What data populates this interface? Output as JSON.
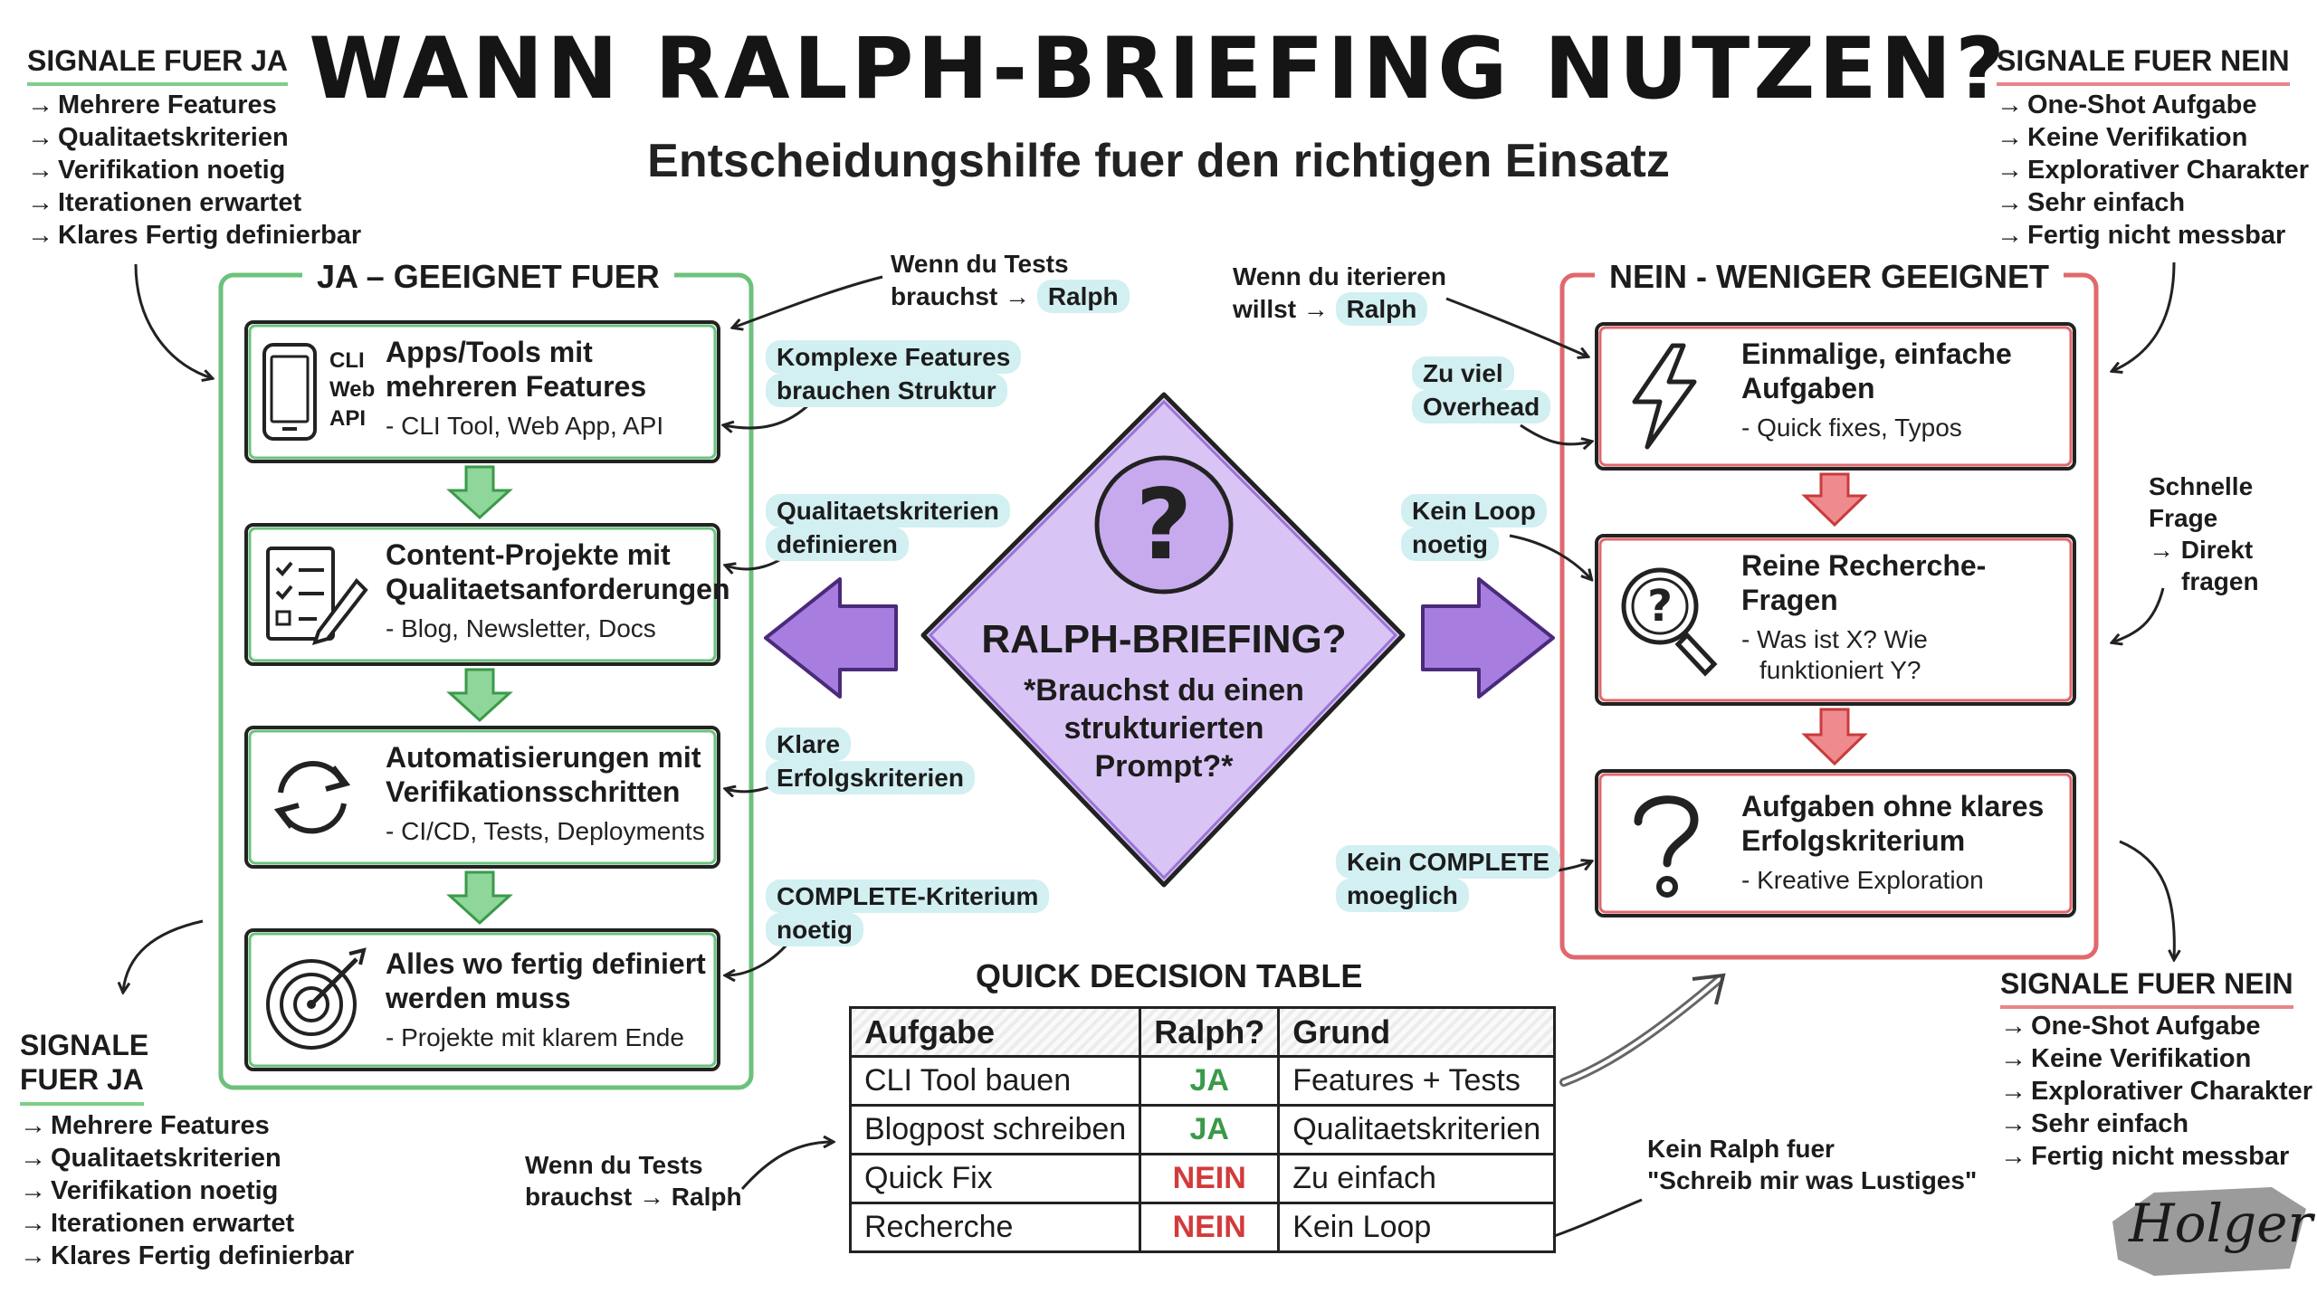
{
  "header": {
    "title": "WANN RALPH-BRIEFING NUTZEN?",
    "subtitle": "Entscheidungshilfe fuer den richtigen Einsatz"
  },
  "signals_ja_top": {
    "title": "SIGNALE FUER JA",
    "items": [
      "Mehrere Features",
      "Qualitaetskriterien",
      "Verifikation noetig",
      "Iterationen erwartet",
      "Klares Fertig definierbar"
    ]
  },
  "signals_nein_top": {
    "title": "SIGNALE FUER NEIN",
    "items": [
      "One-Shot Aufgabe",
      "Keine Verifikation",
      "Explorativer Charakter",
      "Sehr einfach",
      "Fertig nicht messbar"
    ]
  },
  "signals_ja_bottom": {
    "title_line1": "SIGNALE",
    "title_line2": "FUER JA",
    "items": [
      "Mehrere Features",
      "Qualitaetskriterien",
      "Verifikation noetig",
      "Iterationen erwartet",
      "Klares Fertig definierbar"
    ]
  },
  "signals_nein_bottom": {
    "title": "SIGNALE FUER NEIN",
    "items": [
      "One-Shot Aufgabe",
      "Keine Verifikation",
      "Explorativer Charakter",
      "Sehr einfach",
      "Fertig nicht messbar"
    ]
  },
  "ja_panel": {
    "label": "JA – GEEIGNET FUER",
    "cards": [
      {
        "title_line1": "Apps/Tools mit",
        "title_line2": "mehreren Features",
        "sub": "- CLI Tool, Web App, API",
        "icon": "phone-icon",
        "icon_labels": [
          "CLI",
          "Web",
          "API"
        ]
      },
      {
        "title_line1": "Content-Projekte mit",
        "title_line2": "Qualitaetsanforderungen",
        "sub": "- Blog, Newsletter, Docs",
        "icon": "checklist-pen-icon"
      },
      {
        "title_line1": "Automatisierungen mit",
        "title_line2": "Verifikationsschritten",
        "sub": "- CI/CD, Tests, Deployments",
        "icon": "cycle-arrows-icon"
      },
      {
        "title_line1": "Alles wo fertig definiert",
        "title_line2": "werden muss",
        "sub": "- Projekte mit klarem Ende",
        "icon": "target-icon"
      }
    ]
  },
  "nein_panel": {
    "label": "NEIN - WENIGER GEEIGNET",
    "cards": [
      {
        "title_line1": "Einmalige, einfache",
        "title_line2": "Aufgaben",
        "sub_line1": "- Quick fixes, Typos",
        "sub_line2": "",
        "icon": "lightning-icon"
      },
      {
        "title_line1": "Reine Recherche-",
        "title_line2": "Fragen",
        "sub_line1": "- Was ist X? Wie",
        "sub_line2": "funktioniert Y?",
        "icon": "magnifier-question-icon"
      },
      {
        "title_line1": "Aufgaben ohne klares",
        "title_line2": "Erfolgskriterium",
        "sub_line1": "- Kreative Exploration",
        "sub_line2": "",
        "icon": "question-mark-icon"
      }
    ]
  },
  "center": {
    "title": "RALPH-BRIEFING?",
    "sub_line1": "*Brauchst du einen",
    "sub_line2": "strukturierten",
    "sub_line3": "Prompt?*"
  },
  "annotations": {
    "tests_top_line1": "Wenn du Tests",
    "tests_top_line2": "brauchst →",
    "tests_top_ralph": "Ralph",
    "iterate_line1": "Wenn du iterieren",
    "iterate_line2": "willst →",
    "iterate_ralph": "Ralph",
    "left_pills": [
      {
        "line1": "Komplexe Features",
        "line2": "brauchen Struktur"
      },
      {
        "line1": "Qualitaetskriterien",
        "line2": "definieren"
      },
      {
        "line1": "Klare",
        "line2": "Erfolgskriterien"
      },
      {
        "line1": "COMPLETE-Kriterium",
        "line2": "noetig"
      }
    ],
    "right_pills": [
      {
        "line1": "Zu viel",
        "line2": "Overhead"
      },
      {
        "line1": "Kein Loop",
        "line2": "noetig"
      },
      {
        "line1": "Kein COMPLETE",
        "line2": "moeglich"
      }
    ],
    "quick_question_line1": "Schnelle",
    "quick_question_line2": "Frage",
    "quick_question_line3": "→ Direkt",
    "quick_question_line4": "fragen",
    "tests_bottom_line1": "Wenn du Tests",
    "tests_bottom_line2": "brauchst → Ralph",
    "kein_ralph_line1": "Kein Ralph fuer",
    "kein_ralph_line2": "\"Schreib mir was Lustiges\""
  },
  "decision_table": {
    "title": "QUICK DECISION TABLE",
    "headers": [
      "Aufgabe",
      "Ralph?",
      "Grund"
    ],
    "rows": [
      {
        "task": "CLI Tool bauen",
        "ralph": "JA",
        "reason": "Features + Tests"
      },
      {
        "task": "Blogpost schreiben",
        "ralph": "JA",
        "reason": "Qualitaetskriterien"
      },
      {
        "task": "Quick Fix",
        "ralph": "NEIN",
        "reason": "Zu einfach"
      },
      {
        "task": "Recherche",
        "ralph": "NEIN",
        "reason": "Kein Loop"
      }
    ]
  },
  "signature": "Holger",
  "colors": {
    "green": "#6cc27c",
    "red": "#e0686e",
    "purple": "#c9aef0",
    "teal": "#d2eff2",
    "ink": "#1c1c1c"
  }
}
